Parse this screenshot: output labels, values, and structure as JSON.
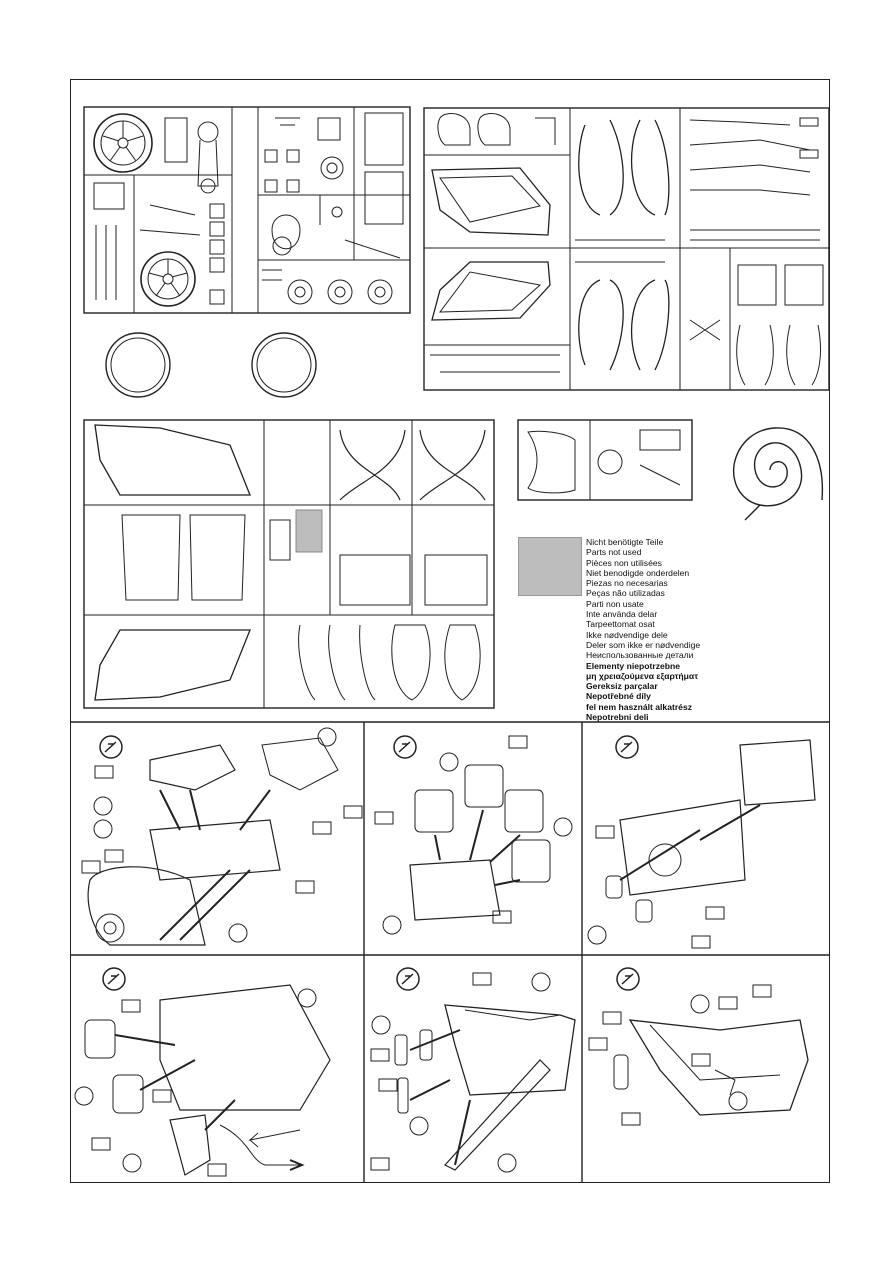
{
  "legend": {
    "lines": [
      "Nicht benötigte Teile",
      "Parts not used",
      "Pièces non utilisées",
      "Niet benodigde onderdelen",
      "Piezas no necesarias",
      "Peças não utilizadas",
      "Parti non usate",
      "Inte använda delar",
      "Tarpeettomat osat",
      "Ikke nødvendige dele",
      "Deler som ikke er nødvendige",
      "Неиспользованные детали",
      "Elementy niepotrzebne",
      "μη χρειαζούμενα εξαρτήματ",
      "Gereksiz parçalar",
      "Nepotřebné díly",
      "fel nem használt alkatrész",
      "Nepotrebni deli"
    ]
  },
  "steps": [
    {
      "id": "step-1",
      "icon": "glue-icon"
    },
    {
      "id": "step-2",
      "icon": "glue-icon"
    },
    {
      "id": "step-3",
      "icon": "glue-icon"
    },
    {
      "id": "step-4",
      "icon": "glue-icon"
    },
    {
      "id": "step-5",
      "icon": "glue-icon"
    },
    {
      "id": "step-6",
      "icon": "glue-icon"
    }
  ]
}
